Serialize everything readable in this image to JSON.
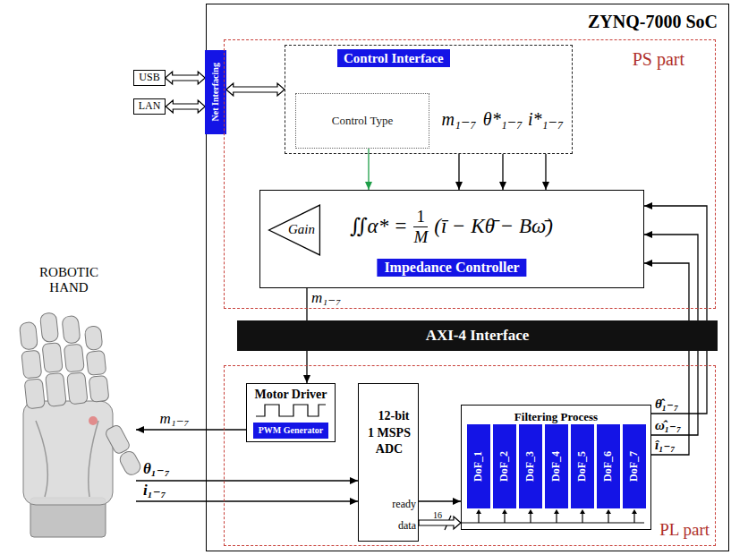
{
  "diagram": {
    "nodes": [
      {
        "text": [
          "USB"
        ]
      },
      {
        "text": [
          "LAN"
        ]
      },
      {
        "text": [
          "ZYNQ-7000 SoC"
        ]
      },
      {
        "text": [
          "Net Interfacing"
        ],
        "in": 2
      },
      {
        "text": [
          "PS part"
        ],
        "in": 2
      },
      {
        "text": [
          "Control Interface"
        ],
        "in": 4
      },
      {
        "text": [
          "Control Type"
        ],
        "in": 5
      },
      {
        "text": [
          "∬α* =",
          "1",
          "M",
          "(ī − Kθ̄ − Bω̄)",
          "Impedance Controller"
        ],
        "in": 4
      },
      {
        "text": [
          "Gain"
        ],
        "in": 7
      },
      {
        "text": [
          "AXI-4 Interface"
        ],
        "in": 2
      },
      {
        "text": [
          "ROBOTIC HAND"
        ]
      },
      {
        "text": [
          "PL part"
        ],
        "in": 2
      },
      {
        "text": [
          "Motor Driver"
        ],
        "in": 11
      },
      {
        "text": [
          "PWM Generator"
        ],
        "in": 12
      },
      {
        "text": [
          "12-bit 1 MSPS ADC"
        ],
        "in": 11
      },
      {
        "text": [
          "Filtering Process"
        ],
        "in": 11
      },
      {
        "text": [
          "DoF_1"
        ],
        "in": 15
      },
      {
        "text": [
          "DoF_2"
        ],
        "in": 15
      },
      {
        "text": [
          "DoF_3"
        ],
        "in": 15
      },
      {
        "text": [
          "DoF_4"
        ],
        "in": 15
      },
      {
        "text": [
          "DoF_5"
        ],
        "in": 15
      },
      {
        "text": [
          "DoF_6"
        ],
        "in": 15
      },
      {
        "text": [
          "DoF_7"
        ],
        "in": 15
      }
    ],
    "edges": [
      {
        "from": 0,
        "to": 3,
        "arrow": "both"
      },
      {
        "from": 1,
        "to": 3,
        "arrow": "both"
      },
      {
        "from": 3,
        "to": 5,
        "arrow": "both"
      },
      {
        "from": 6,
        "to": 7,
        "arrow": "to"
      },
      {
        "from": 5,
        "to": 7,
        "label": "m₁₋₇",
        "arrow": "to"
      },
      {
        "from": 5,
        "to": 7,
        "label": "θ*₁₋₇",
        "arrow": "to"
      },
      {
        "from": 5,
        "to": 7,
        "label": "i*₁₋₇",
        "arrow": "to"
      },
      {
        "from": 7,
        "to": 12,
        "label": "m₁₋₇",
        "arrow": "to"
      },
      {
        "from": 12,
        "to": 10,
        "label": "m₁₋₇",
        "arrow": "to"
      },
      {
        "from": 10,
        "to": 14,
        "label": "θ₁₋₇",
        "arrow": "to"
      },
      {
        "from": 10,
        "to": 14,
        "label": "i₁₋₇",
        "arrow": "to"
      },
      {
        "from": 14,
        "to": 15,
        "label": "ready",
        "arrow": "to"
      },
      {
        "from": 14,
        "to": 15,
        "label": "data",
        "arrow": "to"
      },
      {
        "from": 15,
        "to": 7,
        "label": "θ̂₁₋₇",
        "arrow": "to"
      },
      {
        "from": 15,
        "to": 7,
        "label": "ω̂₁₋₇",
        "arrow": "to"
      },
      {
        "from": 15,
        "to": 7,
        "label": "î₁₋₇",
        "arrow": "to"
      }
    ],
    "labels": [
      "16"
    ]
  }
}
